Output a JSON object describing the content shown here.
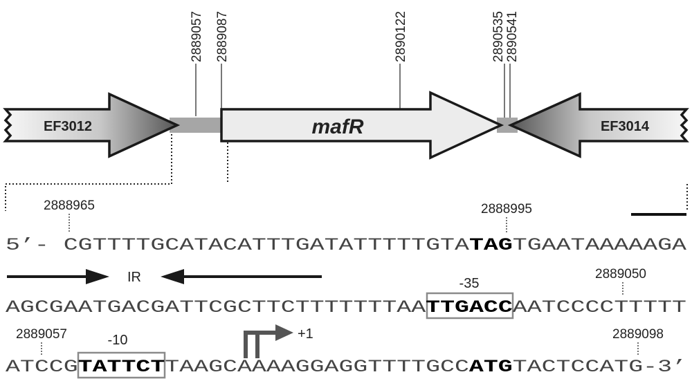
{
  "genes": {
    "left": "EF3012",
    "center": "mafR",
    "right": "EF3014"
  },
  "top_coordinates": [
    "2889057",
    "2889087",
    "2890122",
    "2890535",
    "2890541"
  ],
  "sequence": {
    "line1": {
      "prefix": "5’- ",
      "seg1": "CGTTTTGCATACATTTGATATTTTTGTA",
      "bold1": "TAG",
      "seg2": "TGAATAAAAAGA"
    },
    "line2": {
      "seg1": "AGCGAATGACGATTCGCTTCTTTTTTTAA",
      "boxed": "TTGACC",
      "seg2": "AATCCCCTTTTT"
    },
    "line3": {
      "seg1": "ATCCG",
      "boxed": "TATTCT",
      "seg2": "TAAGCAAAAGGAGGTTTTGCC",
      "bold": "ATG",
      "seg3": "TACTCCATG",
      "suffix": "-3’"
    }
  },
  "sequence_coordinates": {
    "c1": "2888965",
    "c2": "2888995",
    "c3": "2889050",
    "c4": "2889057",
    "c5": "2889098"
  },
  "annotations": {
    "ir": "IR",
    "minus35": "-35",
    "minus10": "-10",
    "tss": "+1"
  },
  "colors": {
    "dark_gray": "#555555",
    "light_gray": "#ececec",
    "spacer_gray": "#a6a6a6",
    "outline": "#1a1a1a"
  }
}
